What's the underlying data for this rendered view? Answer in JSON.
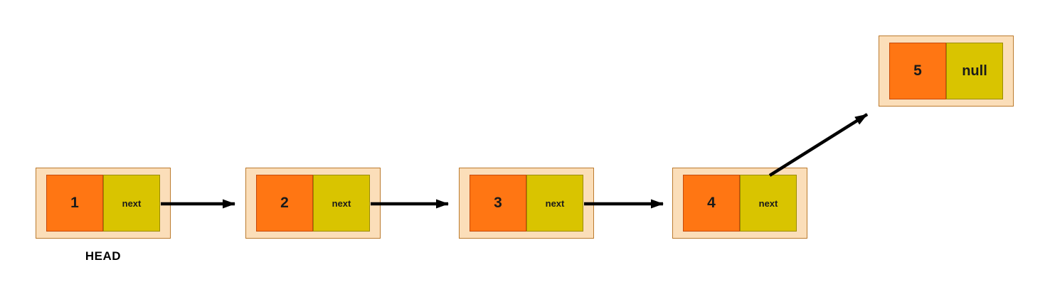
{
  "diagram": {
    "kind": "singly-linked-list",
    "head_label": "HEAD",
    "nodes": [
      {
        "value": "1",
        "pointer": "next"
      },
      {
        "value": "2",
        "pointer": "next"
      },
      {
        "value": "3",
        "pointer": "next"
      },
      {
        "value": "4",
        "pointer": "next"
      },
      {
        "value": "5",
        "pointer": "null"
      }
    ],
    "arrows": [
      {
        "from": "node-1",
        "to": "node-2"
      },
      {
        "from": "node-2",
        "to": "node-3"
      },
      {
        "from": "node-3",
        "to": "node-4"
      },
      {
        "from": "node-4",
        "to": "node-5"
      }
    ],
    "colors": {
      "background": "#ffffff",
      "node_frame_fill": "#fbdeb9",
      "node_frame_border": "#bc7b2e",
      "value_cell_fill": "#ff7613",
      "value_cell_border": "#c6490b",
      "pointer_cell_fill": "#d9c400",
      "pointer_cell_border": "#9a8c00",
      "arrow": "#000000",
      "text": "#000000"
    }
  }
}
